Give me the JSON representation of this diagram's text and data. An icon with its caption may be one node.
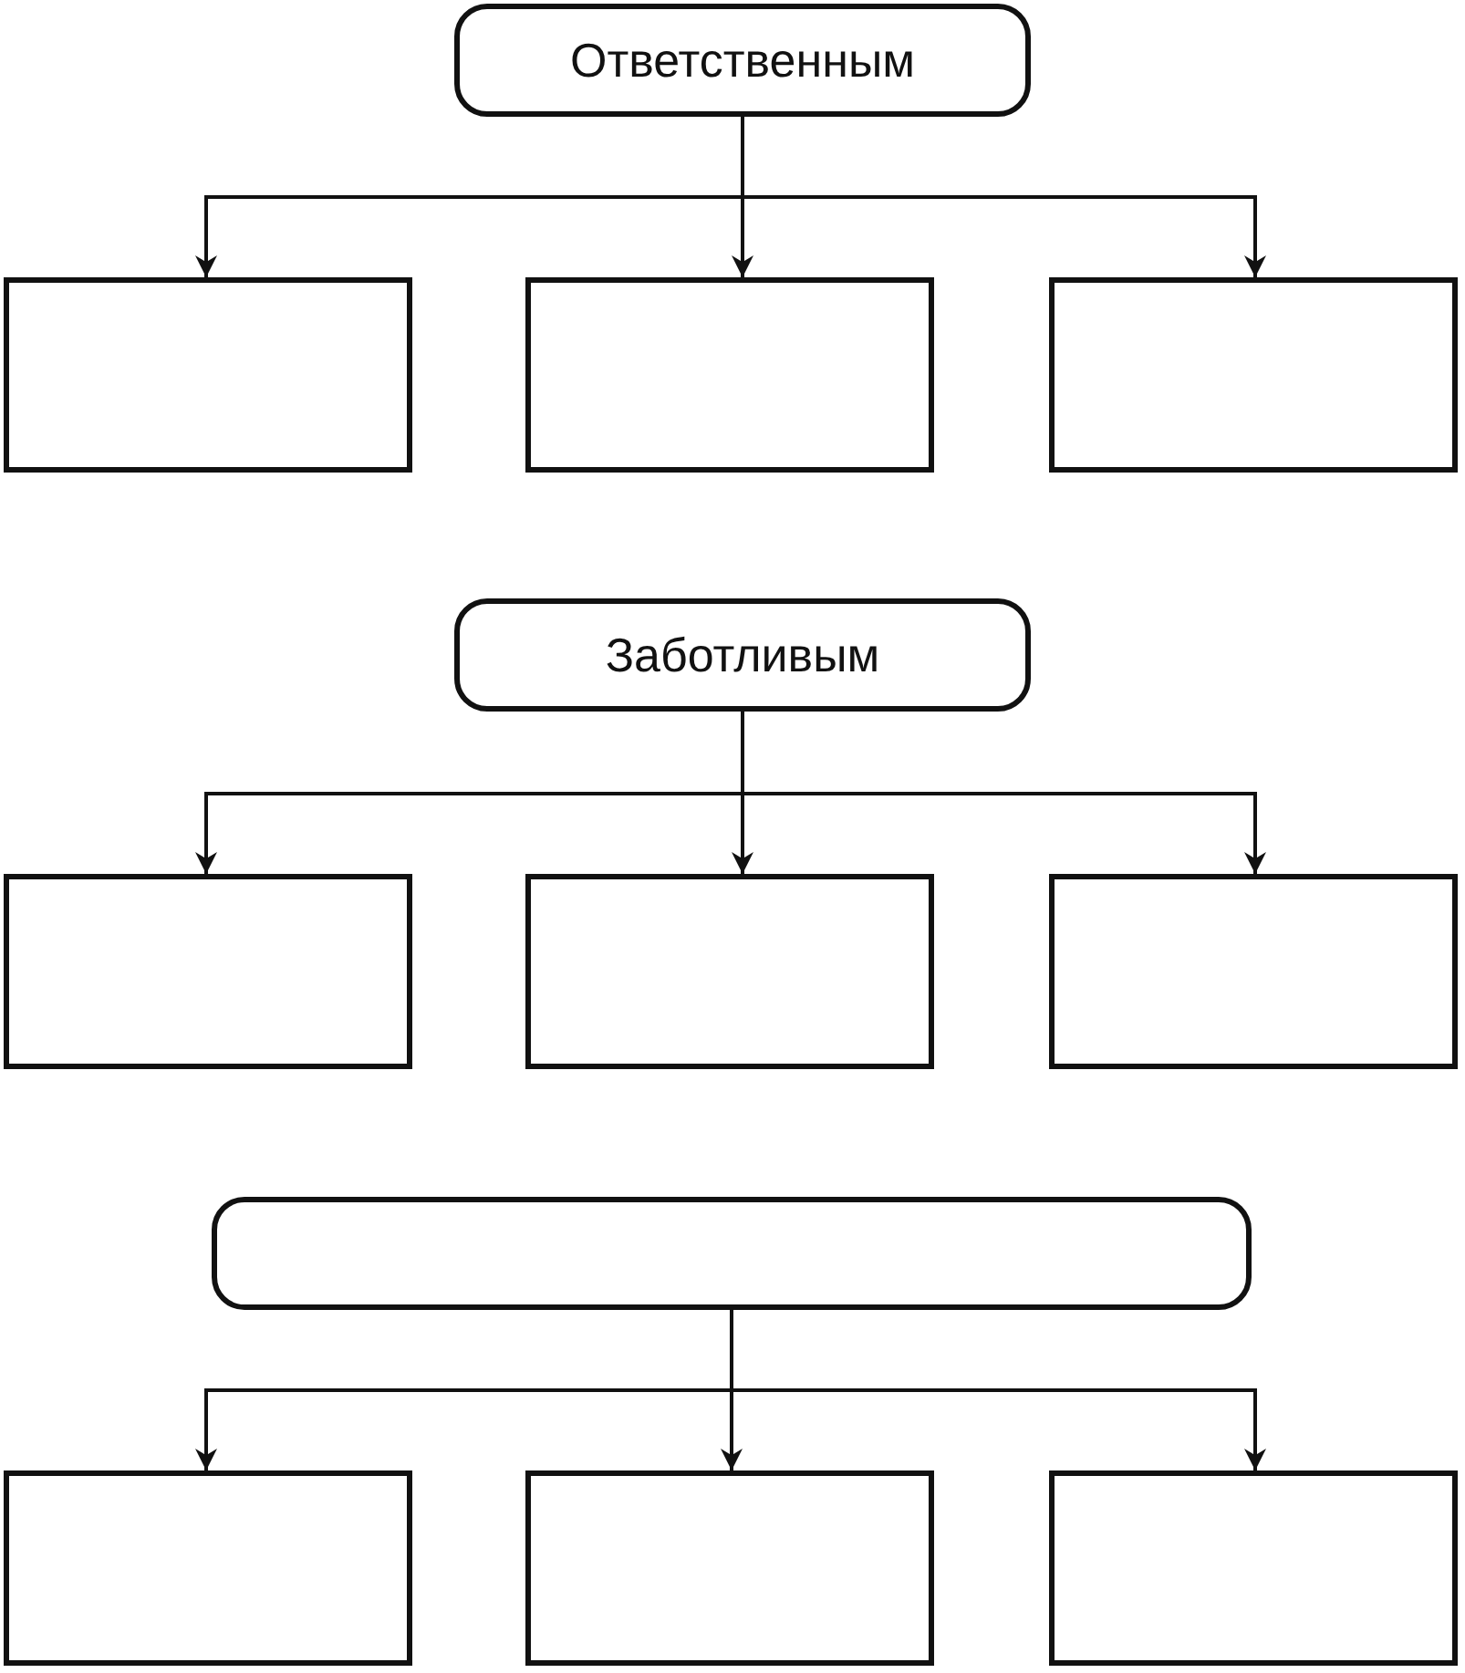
{
  "diagram": {
    "nodes": [
      {
        "text": [
          "Ответственным"
        ]
      },
      {
        "text": [],
        "shape": "box"
      },
      {
        "text": [],
        "shape": "box"
      },
      {
        "text": [],
        "shape": "box"
      },
      {
        "text": [
          "Заботливым"
        ]
      },
      {
        "text": [],
        "shape": "box"
      },
      {
        "text": [],
        "shape": "box"
      },
      {
        "text": [],
        "shape": "box"
      },
      {
        "text": [],
        "shape": "box"
      },
      {
        "text": [],
        "shape": "box"
      },
      {
        "text": [],
        "shape": "box"
      },
      {
        "text": [],
        "shape": "box"
      }
    ],
    "edges": [
      {
        "from": 0,
        "to": 1,
        "arrow": "to"
      },
      {
        "from": 0,
        "to": 2,
        "arrow": "to"
      },
      {
        "from": 0,
        "to": 3,
        "arrow": "to"
      },
      {
        "from": 4,
        "to": 5,
        "arrow": "to"
      },
      {
        "from": 4,
        "to": 6,
        "arrow": "to"
      },
      {
        "from": 4,
        "to": 7,
        "arrow": "to"
      },
      {
        "from": 8,
        "to": 9,
        "arrow": "to"
      },
      {
        "from": 8,
        "to": 10,
        "arrow": "to"
      },
      {
        "from": 8,
        "to": 11,
        "arrow": "to"
      }
    ]
  }
}
